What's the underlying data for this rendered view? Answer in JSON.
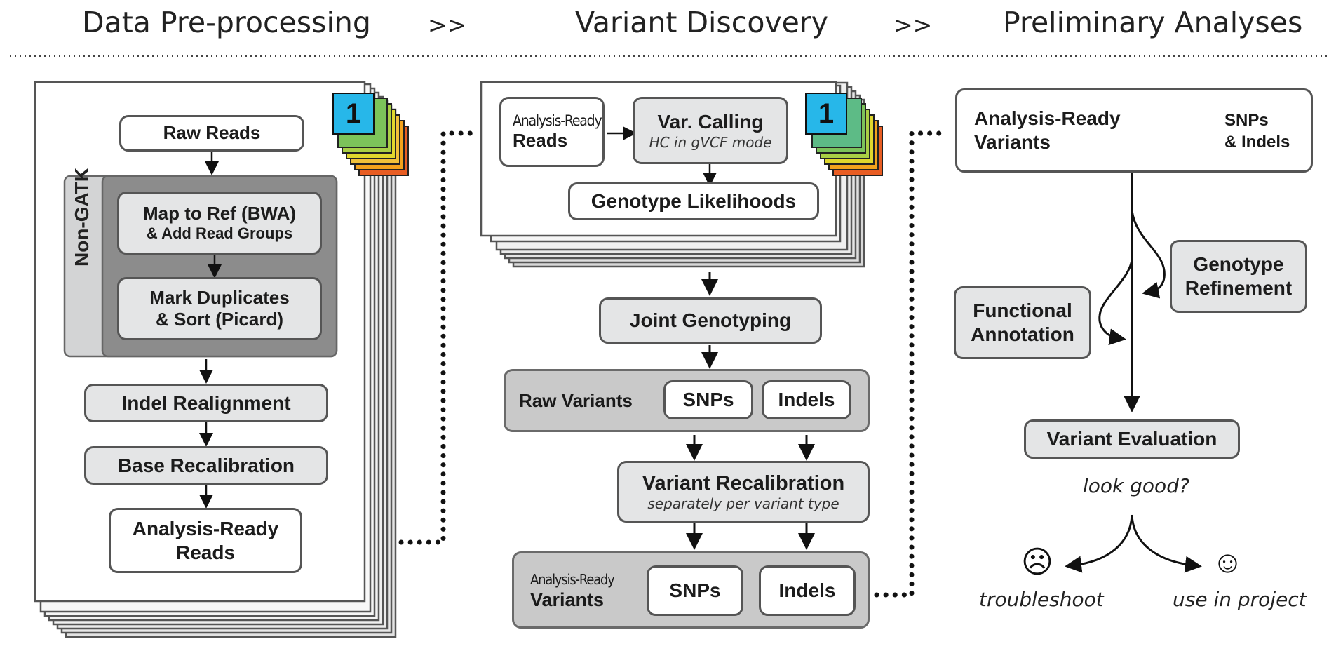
{
  "header": {
    "stage1": "Data Pre-processing",
    "sep1": ">>",
    "stage2": "Variant Discovery",
    "sep2": ">>",
    "stage3": "Preliminary Analyses"
  },
  "preprocessing": {
    "sample_badge": "1",
    "raw_reads": "Raw Reads",
    "non_gatk_label": "Non-GATK",
    "map_to_ref": "Map to Ref (BWA)",
    "add_read_groups": "& Add Read Groups",
    "mark_duplicates": "Mark Duplicates",
    "sort_picard": "& Sort (Picard)",
    "indel_realignment": "Indel Realignment",
    "base_recalibration": "Base Recalibration",
    "analysis_ready_reads_line1": "Analysis-Ready",
    "analysis_ready_reads_line2": "Reads"
  },
  "discovery": {
    "sample_badge": "1",
    "input_reads_small": "Analysis-Ready",
    "input_reads_big": "Reads",
    "var_calling": "Var. Calling",
    "var_calling_sub": "HC in gVCF mode",
    "genotype_likelihoods": "Genotype Likelihoods",
    "joint_genotyping": "Joint Genotyping",
    "raw_variants": "Raw Variants",
    "raw_snps": "SNPs",
    "raw_indels": "Indels",
    "variant_recalibration": "Variant Recalibration",
    "variant_recalibration_sub": "separately per variant type",
    "ar_variants_small": "Analysis-Ready",
    "ar_variants_big": "Variants",
    "ar_snps": "SNPs",
    "ar_indels": "Indels"
  },
  "analyses": {
    "ar_variants_line1": "Analysis-Ready",
    "ar_variants_line2": "Variants",
    "legend_line1": "SNPs",
    "legend_line2": "& Indels",
    "genotype_refinement_line1": "Genotype",
    "genotype_refinement_line2": "Refinement",
    "functional_annotation_line1": "Functional",
    "functional_annotation_line2": "Annotation",
    "variant_evaluation": "Variant Evaluation",
    "question": "look good?",
    "bad_face": "☹",
    "good_face": "☺",
    "troubleshoot": "troubleshoot",
    "use_in_project": "use in project"
  },
  "colors": {
    "badge_blue": "#27b7e9",
    "stack_green": "#7cc35a",
    "stack_yellow": "#e0d72d",
    "stack_orange": "#f3a21c",
    "stack_red": "#e85d23",
    "box_gray": "#e4e5e6",
    "dark_gray": "#8c8c8c"
  }
}
